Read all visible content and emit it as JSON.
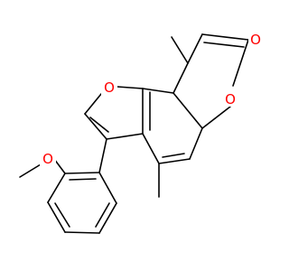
{
  "atom_labels": {
    "carbonyl_oxygen": "O",
    "ring_oxygen": "O",
    "furan_oxygen": "O",
    "methoxy_oxygen": "O"
  },
  "colors": {
    "oxygen": "#ff0000",
    "bond": "#000000",
    "background": "#ffffff"
  }
}
